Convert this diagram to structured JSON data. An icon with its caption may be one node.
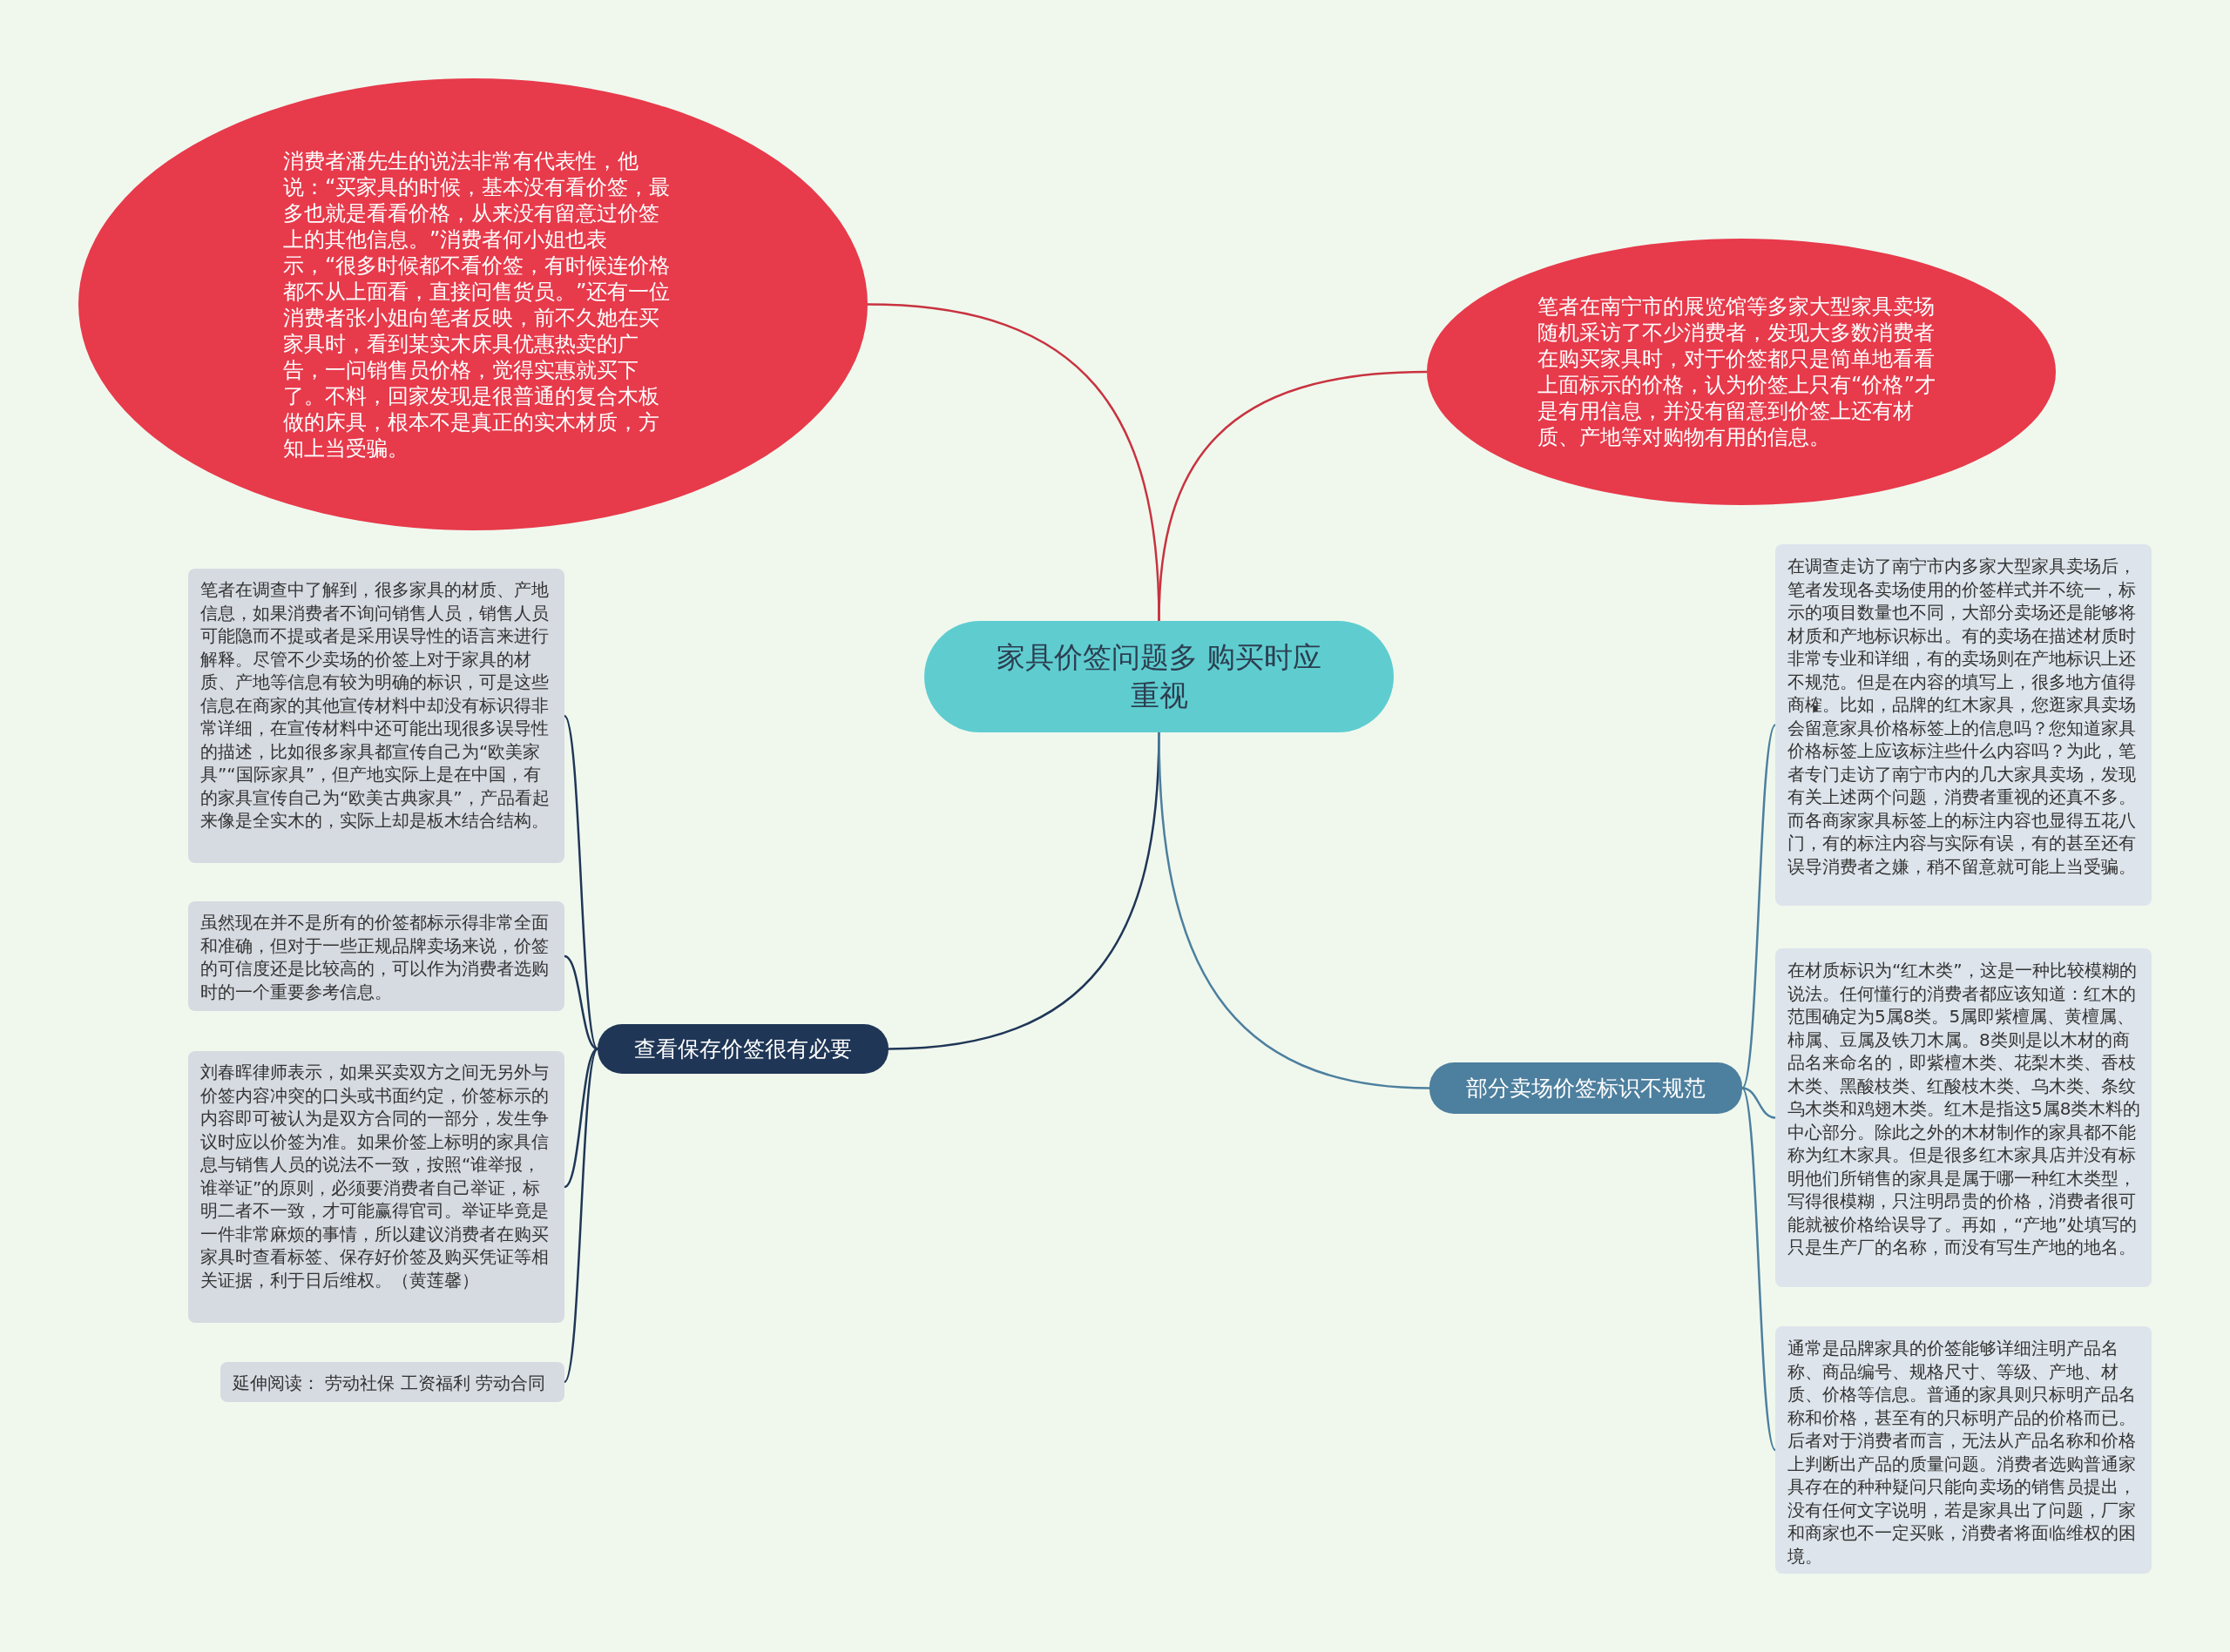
{
  "diagram": {
    "nodes": [
      {
        "text": [
          "家具价签问题多 购买时应重视"
        ]
      },
      {
        "text": [
          "消费者潘先生的说法非常有代表性，他说：“买家具的时候，基本没有看价签，最多也就是看看价格，从来没有留意过价签上的其他信息。”消费者何小姐也表示，“很多时候都不看价签，有时候连价格都不从上面看，直接问售货员。”还有一位消费者张小姐向笔者反映，前不久她在买家具时，看到某实木床具优惠热卖的广告，一问销售员价格，觉得实惠就买下了。不料，回家发现是很普通的复合木板做的床具，根本不是真正的实木材质，方知上当受骗。"
        ]
      },
      {
        "text": [
          "笔者在南宁市的展览馆等多家大型家具卖场随机采访了不少消费者，发现大多数消费者在购买家具时，对于价签都只是简单地看看上面标示的价格，认为价签上只有“价格”才是有用信息，并没有留意到价签上还有材质、产地等对购物有用的信息。"
        ]
      },
      {
        "text": [
          "查看保存价签很有必要"
        ]
      },
      {
        "text": [
          "部分卖场价签标识不规范"
        ]
      },
      {
        "text": [
          "笔者在调查中了解到，很多家具的材质、产地信息，如果消费者不询问销售人员，销售人员可能隐而不提或者是采用误导性的语言来进行解释。尽管不少卖场的价签上对于家具的材质、产地等信息有较为明确的标识，可是这些信息在商家的其他宣传材料中却没有标识得非常详细，在宣传材料中还可能出现很多误导性的描述，比如很多家具都宣传自己为“欧美家具”“国际家具”，但产地实际上是在中国，有的家具宣传自己为“欧美古典家具”，产品看起来像是全实木的，实际上却是板木结合结构。"
        ]
      },
      {
        "text": [
          "虽然现在并不是所有的价签都标示得非常全面和准确，但对于一些正规品牌卖场来说，价签的可信度还是比较高的，可以作为消费者选购时的一个重要参考信息。"
        ]
      },
      {
        "text": [
          "刘春晖律师表示，如果买卖双方之间无另外与价签内容冲突的口头或书面约定，价签标示的内容即可被认为是双方合同的一部分，发生争议时应以价签为准。如果价签上标明的家具信息与销售人员的说法不一致，按照“谁举报，谁举证”的原则，必须要消费者自己举证，标明二者不一致，才可能赢得官司。举证毕竟是一件非常麻烦的事情，所以建议消费者在购买家具时查看标签、保存好价签及购买凭证等相关证据，利于日后维权。（黄莲馨）"
        ]
      },
      {
        "text": [
          "延伸阅读： 劳动社保 工资福利 劳动合同"
        ]
      },
      {
        "text": [
          "在调查走访了南宁市内多家大型家具卖场后，笔者发现各卖场使用的价签样式并不统一，标示的项目数量也不同，大部分卖场还是能够将材质和产地标识标出。有的卖场在描述材质时非常专业和详细，有的卖场则在产地标识上还不规范。但是在内容的填写上，很多地方值得商榷。比如，品牌的红木家具，您逛家具卖场会留意家具价格标签上的信息吗？您知道家具价格标签上应该标注些什么内容吗？为此，笔者专门走访了南宁市内的几大家具卖场，发现有关上述两个问题，消费者重视的还真不多。而各商家家具标签上的标注内容也显得五花八门，有的标注内容与实际有误，有的甚至还有误导消费者之嫌，稍不留意就可能上当受骗。"
        ]
      },
      {
        "text": [
          "在材质标识为“红木类”，这是一种比较模糊的说法。任何懂行的消费者都应该知道：红木的范围确定为5属8类。5属即紫檀属、黄檀属、柿属、豆属及铁刀木属。8类则是以木材的商品名来命名的，即紫檀木类、花梨木类、香枝木类、黑酸枝类、红酸枝木类、乌木类、条纹乌木类和鸡翅木类。红木是指这5属8类木料的中心部分。除此之外的木材制作的家具都不能称为红木家具。但是很多红木家具店并没有标明他们所销售的家具是属于哪一种红木类型，写得很模糊，只注明昂贵的价格，消费者很可能就被价格给误导了。再如，“产地”处填写的只是生产厂的名称，而没有写生产地的地名。"
        ]
      },
      {
        "text": [
          "通常是品牌家具的价签能够详细注明产品名称、商品编号、规格尺寸、等级、产地、材质、价格等信息。普通的家具则只标明产品名称和价格，甚至有的只标明产品的价格而已。后者对于消费者而言，无法从产品名称和价格上判断出产品的质量问题。消费者选购普通家具存在的种种疑问只能向卖场的销售员提出，没有任何文字说明，若是家具出了问题，厂家和商家也不一定买账，消费者将面临维权的困境。"
        ]
      }
    ],
    "edges": [
      {
        "from": 0,
        "to": 1,
        "arrow": "none",
        "color": "#c8333f"
      },
      {
        "from": 0,
        "to": 2,
        "arrow": "none",
        "color": "#c8333f"
      },
      {
        "from": 0,
        "to": 3,
        "arrow": "none"
      },
      {
        "from": 0,
        "to": 4,
        "arrow": "none",
        "color": "#4d7f9e"
      },
      {
        "from": 3,
        "to": 5,
        "arrow": "none"
      },
      {
        "from": 3,
        "to": 6,
        "arrow": "none"
      },
      {
        "from": 3,
        "to": 7,
        "arrow": "none"
      },
      {
        "from": 3,
        "to": 8,
        "arrow": "none"
      },
      {
        "from": 4,
        "to": 9,
        "arrow": "none",
        "color": "#4d7f9e"
      },
      {
        "from": 4,
        "to": 10,
        "arrow": "none",
        "color": "#4d7f9e"
      },
      {
        "from": 4,
        "to": 11,
        "arrow": "none",
        "color": "#4d7f9e"
      }
    ]
  }
}
